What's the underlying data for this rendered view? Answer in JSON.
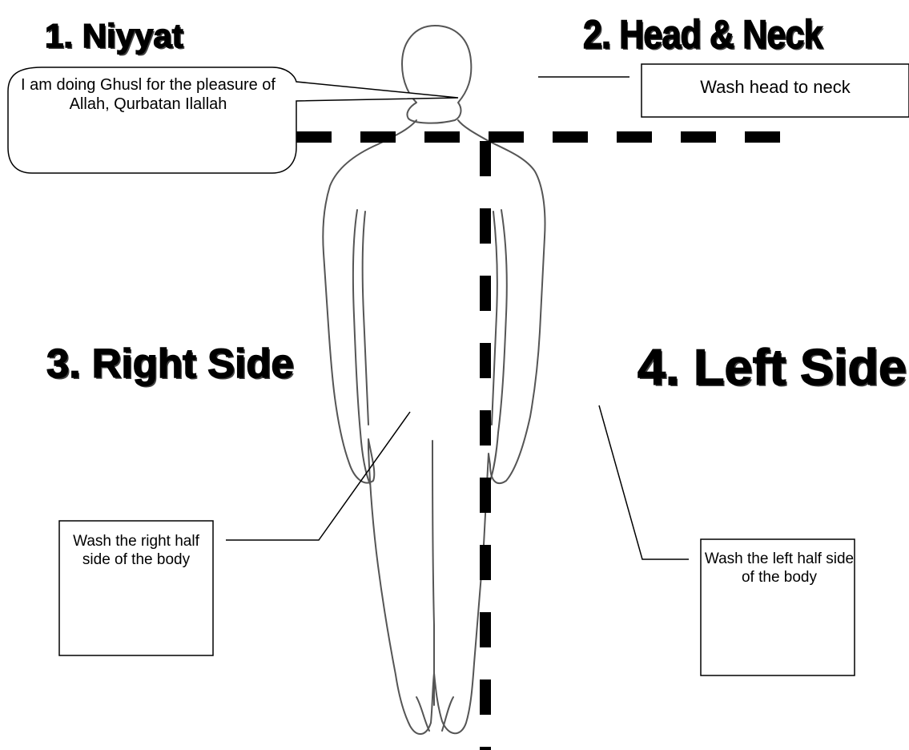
{
  "steps": {
    "niyyat": {
      "title": "1. Niyyat",
      "note": "I am doing Ghusl for the pleasure of Allah, Qurbatan Ilallah"
    },
    "head_neck": {
      "title": "2. Head & Neck",
      "note": "Wash head to neck"
    },
    "right_side": {
      "title": "3. Right Side",
      "note": "Wash the right half side of the body"
    },
    "left_side": {
      "title": "4. Left Side",
      "note": "Wash the left half side of the body"
    }
  },
  "colors": {
    "ink": "#000000",
    "figure_outline": "#555555",
    "background": "#ffffff"
  }
}
